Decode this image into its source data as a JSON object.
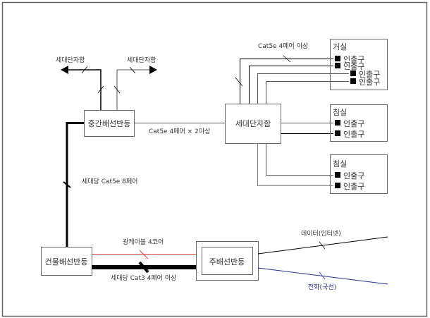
{
  "diagram": {
    "colors": {
      "line": "#000000",
      "gray_line": "#555555",
      "fiber": "#d04040",
      "phone": "#2a2a9a",
      "box_border": "#666666",
      "text": "#333333"
    },
    "nodes": {
      "intermediate": "중간배선반등",
      "building": "건물배선반등",
      "main": "주배선반등",
      "household": "세대단자함"
    },
    "branch_labels": {
      "left": "세대단자함",
      "right": "세대단자함"
    },
    "rooms": [
      {
        "name": "거실",
        "outlets": [
          "인출구",
          "인출구",
          "인출구",
          "인출구"
        ]
      },
      {
        "name": "침실",
        "outlets": [
          "인출구",
          "인출구"
        ]
      },
      {
        "name": "침실",
        "outlets": [
          "인출구",
          "인출구"
        ]
      }
    ],
    "cable_labels": {
      "cat5e_4pair_or_more": "Cat5e 4페어 이상",
      "cat5e_4pair_x2": "Cat5e 4페어 × 2이상",
      "per_household_cat5e_8pair": "세대당 Cat5e 8페어",
      "fiber_4core": "광케이블 4코어",
      "per_household_cat3": "세대당 Cat3 4페어 이상",
      "data_internet": "데이터(인터넷)",
      "phone_trunk": "전화(국선)"
    }
  }
}
